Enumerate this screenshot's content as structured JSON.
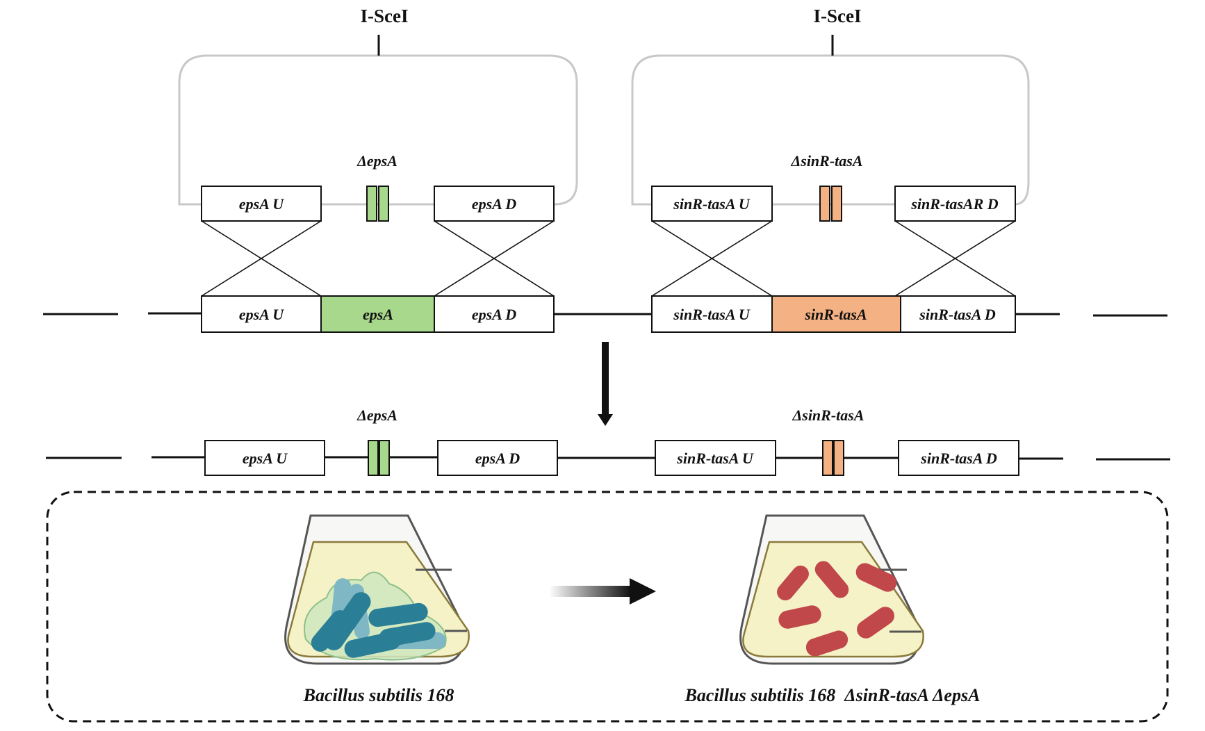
{
  "colors": {
    "epsA": "#a8d88c",
    "sinR_tasA": "#f4b183",
    "plasmid": "#c8c8c8",
    "bacteria_wt": "#2a7f96",
    "bacteria_mut": "#c0474a",
    "medium": "#f6f2c8"
  },
  "plasmid_left": {
    "site": "I-SceI",
    "deletion": "ΔepsA",
    "up": "epsA U",
    "down": "epsA D"
  },
  "plasmid_right": {
    "site": "I-SceI",
    "deletion": "ΔsinR-tasA",
    "up": "sinR-tasA U",
    "down": "sinR-tasAR  D"
  },
  "genome": {
    "epsA_up": "epsA U",
    "epsA": "epsA",
    "epsA_down": "epsA D",
    "sinR_up": "sinR-tasA U",
    "sinR": "sinR-tasA",
    "sinR_down": "sinR-tasA  D"
  },
  "result": {
    "del_epsA": "ΔepsA",
    "del_sinR": "ΔsinR-tasA",
    "epsA_up": "epsA U",
    "epsA_down": "epsA D",
    "sinR_up": "sinR-tasA U",
    "sinR_down": "sinR-tasA  D"
  },
  "strains": {
    "wild_type": "Bacillus subtilis 168",
    "mutant": "Bacillus subtilis 168  ΔsinR-tasA ΔepsA"
  },
  "icons": [
    "flask-icon",
    "rod-bacteria-icon",
    "arrow-right-icon",
    "arrow-down-icon"
  ]
}
